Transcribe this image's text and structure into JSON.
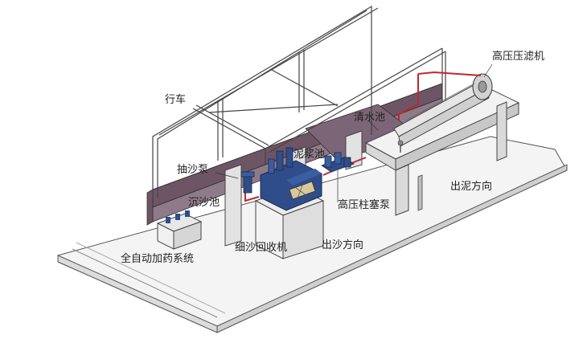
{
  "labels": {
    "crane": "行车",
    "press_filter": "高压压滤机",
    "clear_pool": "清水池",
    "mud_pool": "泥浆池",
    "sand_pump": "抽沙泵",
    "settling_pool": "沉沙池",
    "plunger_pump": "高压柱塞泵",
    "mud_direction": "出泥方向",
    "dosing_system": "全自动加药系统",
    "fine_sand_machine": "细沙回收机",
    "sand_direction": "出沙方向"
  },
  "colors": {
    "floor": "#f3f3f3",
    "pool_wall": "#6d5566",
    "equipment_blue": "#2f4d8a",
    "pipe_red": "#c0272d",
    "frame": "#e8e8e8"
  }
}
